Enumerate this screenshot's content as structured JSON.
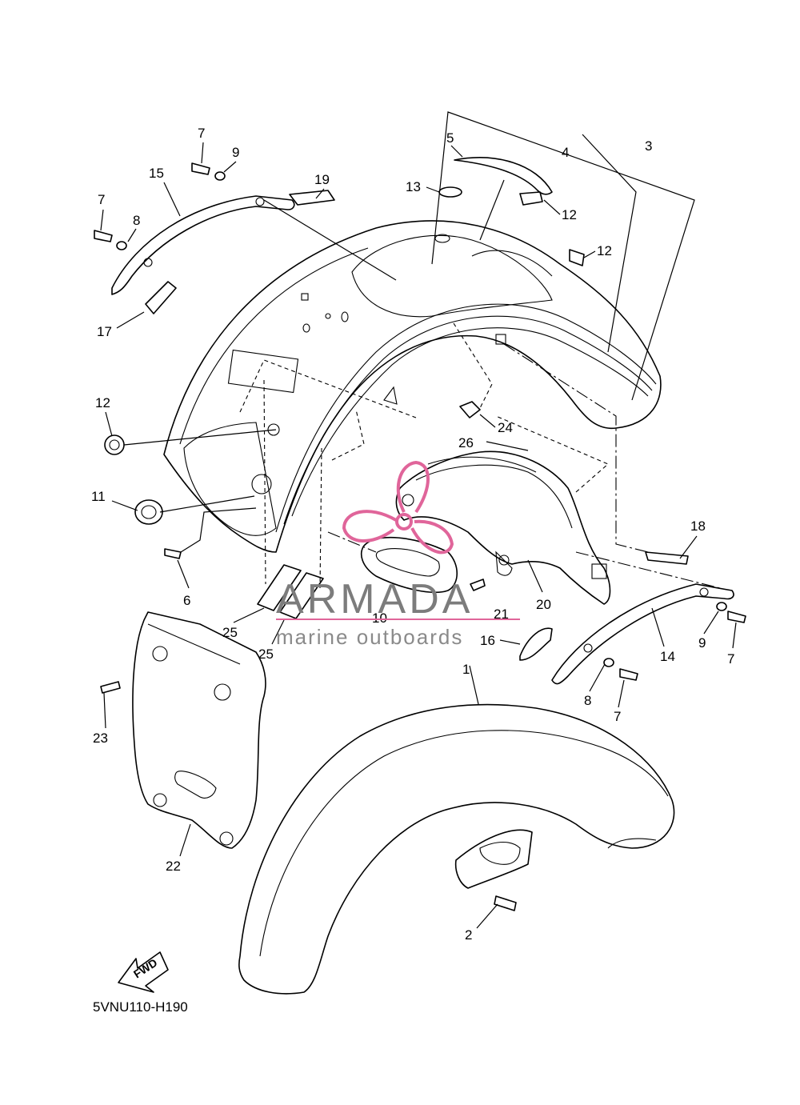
{
  "diagram": {
    "code": "5VNU110-H190",
    "fwd_label": "FWD",
    "callouts": [
      "1",
      "2",
      "3",
      "4",
      "5",
      "6",
      "7",
      "7",
      "7",
      "7",
      "8",
      "8",
      "9",
      "9",
      "10",
      "11",
      "12",
      "12",
      "12",
      "13",
      "14",
      "15",
      "16",
      "17",
      "18",
      "19",
      "20",
      "21",
      "22",
      "23",
      "24",
      "25",
      "25",
      "26"
    ]
  },
  "watermark": {
    "brand": "ARMADA",
    "tagline": "marine outboards",
    "logo_color": "#e0659a",
    "text_color": "#7c7c7c"
  }
}
